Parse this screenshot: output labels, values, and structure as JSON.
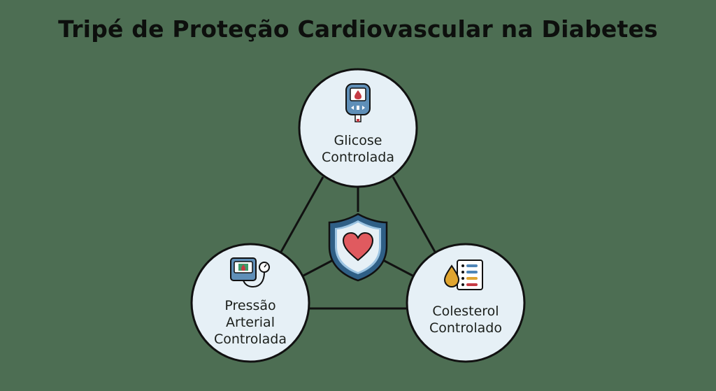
{
  "title": "Tripé de Proteção Cardiovascular na Diabetes",
  "nodes": {
    "glicose": {
      "lines": [
        "Glicose",
        "Controlada"
      ],
      "icon": "glucose-meter-icon"
    },
    "pressao": {
      "lines": [
        "Pressão",
        "Arterial",
        "Controlada"
      ],
      "icon": "blood-pressure-monitor-icon"
    },
    "colesterol": {
      "lines": [
        "Colesterol",
        "Controlado"
      ],
      "icon": "cholesterol-report-icon"
    }
  },
  "center": {
    "icon": "shield-heart-icon"
  },
  "colors": {
    "background": "#4d6e53",
    "node_fill": "#e6f0f6",
    "stroke": "#111111",
    "heart": "#e05a5f",
    "shield_outer": "#2f5f86",
    "shield_inner": "#9cc4e2",
    "drop_red": "#c63b44",
    "drop_gold": "#e0a530"
  }
}
